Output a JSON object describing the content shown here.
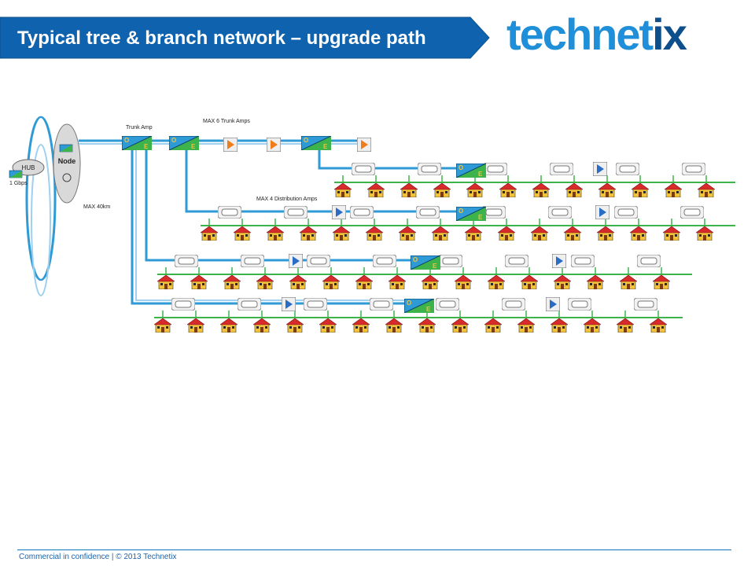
{
  "header": {
    "title": "Typical tree & branch network – upgrade path",
    "logo_main": "technet",
    "logo_end": "ix",
    "banner_color": "#0F63AE",
    "logo_color": "#1E8FD8"
  },
  "diagram": {
    "hub_label": "HUB",
    "hub_rate": "1 Gbps",
    "node_label": "Node",
    "fibre_distance": "MAX 40km",
    "trunk_amp_label": "Trunk Amp",
    "max_trunk_label": "MAX 6 Trunk Amps",
    "max_dist_label": "MAX 4 Distribution Amps",
    "oe_optical_letter": "O",
    "oe_electrical_letter": "E",
    "colors": {
      "coax": "#2E9AD6",
      "drop": "#3CB44B",
      "amp": "#F07D1A",
      "dist_amp": "#2B6CC4"
    }
  },
  "footer": {
    "text": "Commercial in confidence | © 2013 Technetix"
  }
}
